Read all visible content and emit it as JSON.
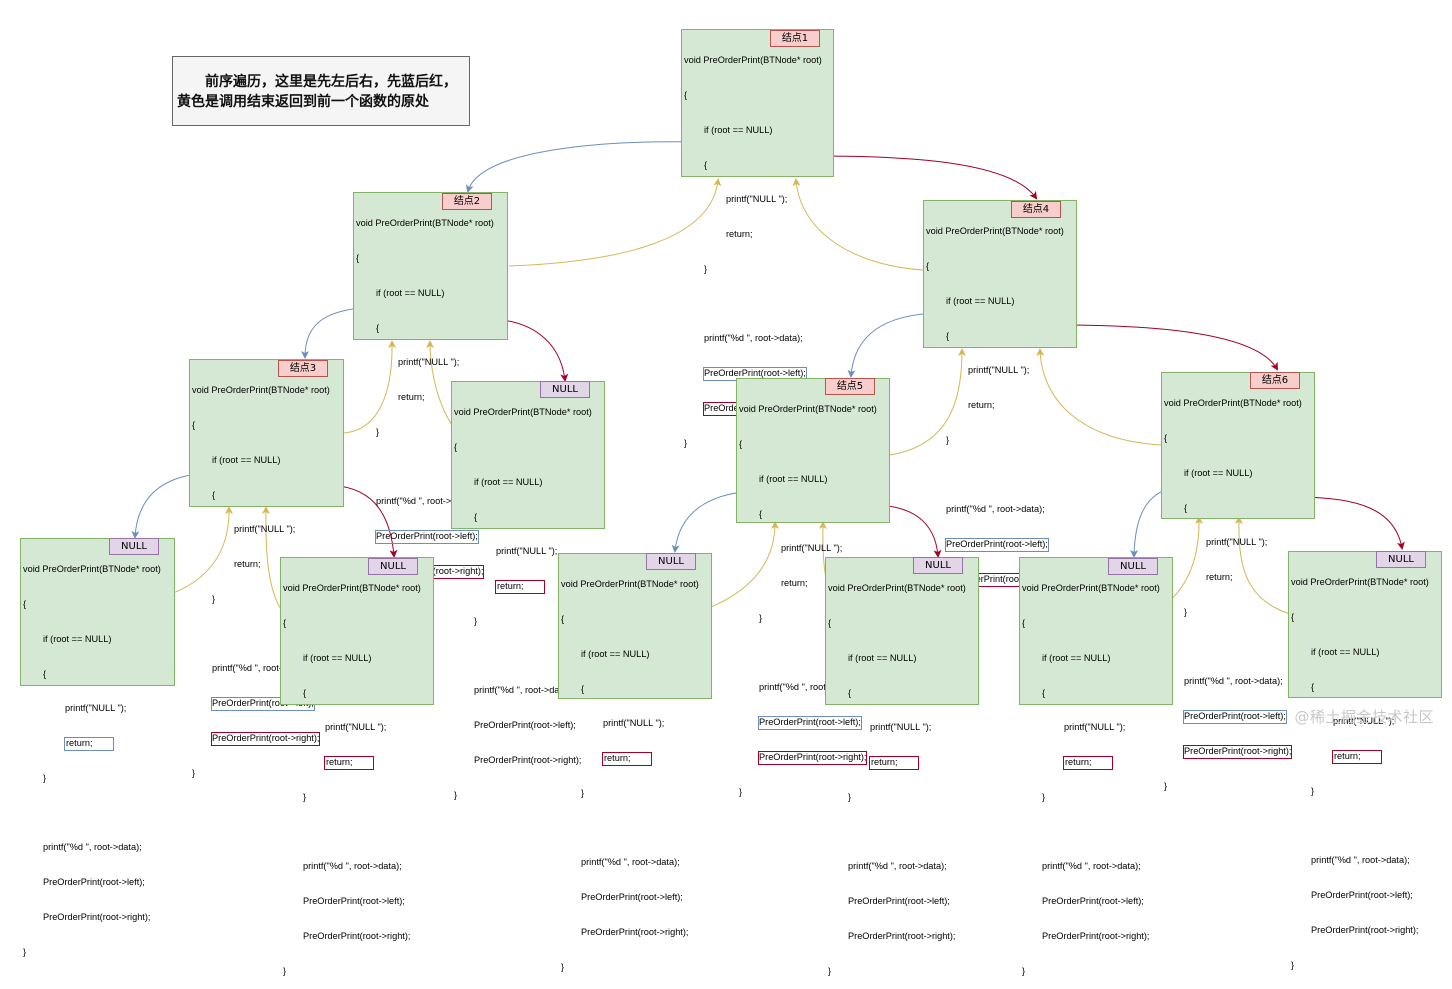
{
  "note": {
    "line1": "前序遍历，这里是先左后右，先蓝后红，",
    "line2": "黄色是调用结束返回到前一个函数的原处"
  },
  "code": {
    "sig": "void PreOrderPrint(BTNode* root)",
    "open": "{",
    "if": "if (root == NULL)",
    "if_open": "{",
    "printf_null": "printf(\"NULL \");",
    "ret": "return;",
    "if_close": "}",
    "printf_data": "printf(\"%d \", root->data);",
    "call_left": "PreOrderPrint(root->left);",
    "call_right": "PreOrderPrint(root->right);",
    "close": "}"
  },
  "tags": {
    "n1": "结点1",
    "n2": "结点2",
    "n3": "结点3",
    "n4": "结点4",
    "n5": "结点5",
    "n6": "结点6",
    "null": "NULL"
  },
  "colors": {
    "box_fill": "#d5e8d4",
    "box_stroke": "#82b366",
    "left_call": "#6c8ebf",
    "right_call": "#a20025",
    "return_flow": "#d6b656",
    "node_tag": "#f8cecc",
    "null_tag": "#e1d5e7"
  },
  "watermark": "@稀土掘金技术社区"
}
